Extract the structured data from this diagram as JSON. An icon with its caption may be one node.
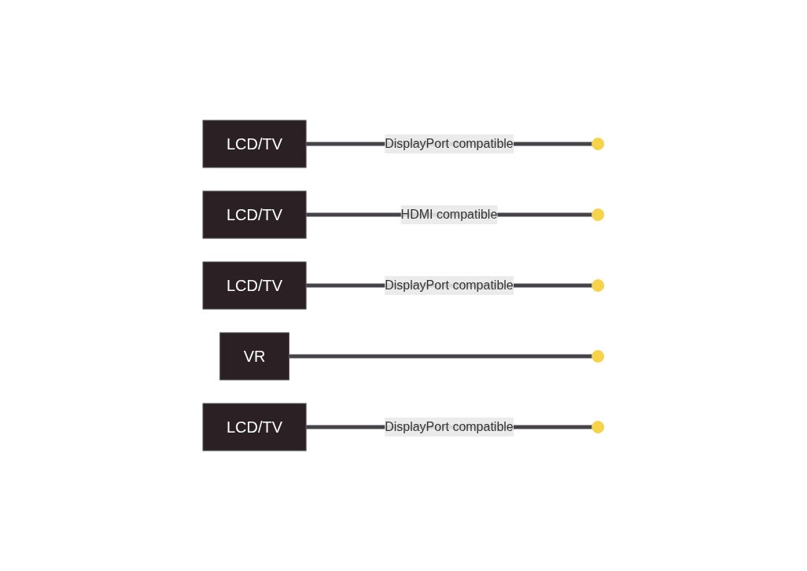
{
  "diagram": {
    "nodes": [
      {
        "text": [
          "LCD/TV"
        ]
      },
      {
        "text": [
          "LCD/TV"
        ]
      },
      {
        "text": [
          "LCD/TV"
        ]
      },
      {
        "text": [
          "VR"
        ]
      },
      {
        "text": [
          "LCD/TV"
        ]
      },
      {
        "text": [],
        "shape": "circle"
      },
      {
        "text": [],
        "shape": "circle"
      },
      {
        "text": [],
        "shape": "circle"
      },
      {
        "text": [],
        "shape": "circle"
      },
      {
        "text": [],
        "shape": "circle"
      }
    ],
    "edges": [
      {
        "from": 0,
        "to": 5,
        "arrow": "none",
        "label": "DisplayPort compatible"
      },
      {
        "from": 1,
        "to": 6,
        "arrow": "none",
        "label": "HDMI compatible"
      },
      {
        "from": 2,
        "to": 7,
        "arrow": "none",
        "label": "DisplayPort compatible"
      },
      {
        "from": 3,
        "to": 8,
        "arrow": "none"
      },
      {
        "from": 4,
        "to": 9,
        "arrow": "none",
        "label": "DisplayPort compatible"
      }
    ]
  }
}
